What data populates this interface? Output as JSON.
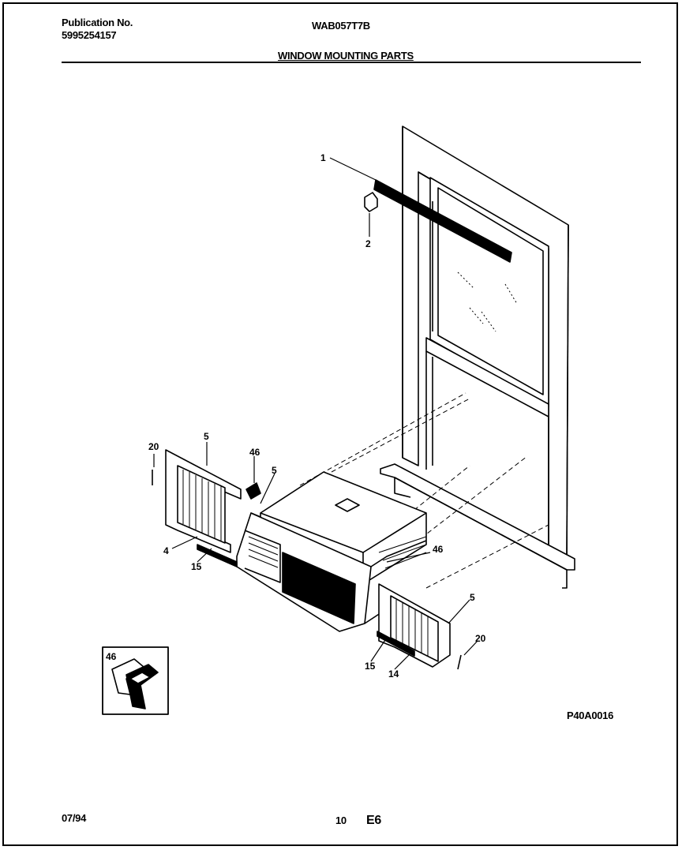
{
  "header": {
    "publication_label": "Publication No.",
    "publication_number": "5995254157",
    "model_number": "WAB057T7B",
    "section_title": "WINDOW MOUNTING PARTS"
  },
  "diagram": {
    "callouts": {
      "c1": "1",
      "c2": "2",
      "c5_left": "5",
      "c20_left": "20",
      "c46_top": "46",
      "c5_center": "5",
      "c4": "4",
      "c15_left": "15",
      "c46_right": "46",
      "c5_right": "5",
      "c20_right": "20",
      "c15_right": "15",
      "c14": "14",
      "c46_inset": "46"
    },
    "figure_code": "P40A0016"
  },
  "footer": {
    "date": "07/94",
    "page_number": "10",
    "section_code": "E6"
  }
}
